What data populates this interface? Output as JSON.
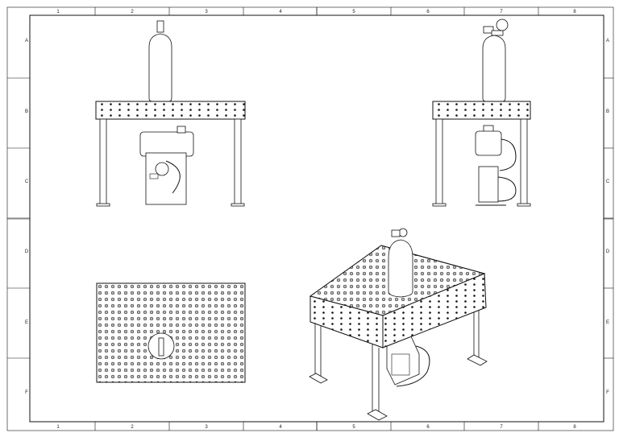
{
  "sheet": {
    "column_labels": [
      "1",
      "2",
      "3",
      "4",
      "5",
      "6",
      "7",
      "8"
    ],
    "row_labels": [
      "A",
      "B",
      "C",
      "D",
      "E",
      "F"
    ]
  },
  "views": {
    "front": "front-view",
    "side": "side-view",
    "top": "top-view",
    "isometric": "isometric-view"
  },
  "colors": {
    "line": "#111111",
    "paper": "#ffffff"
  }
}
